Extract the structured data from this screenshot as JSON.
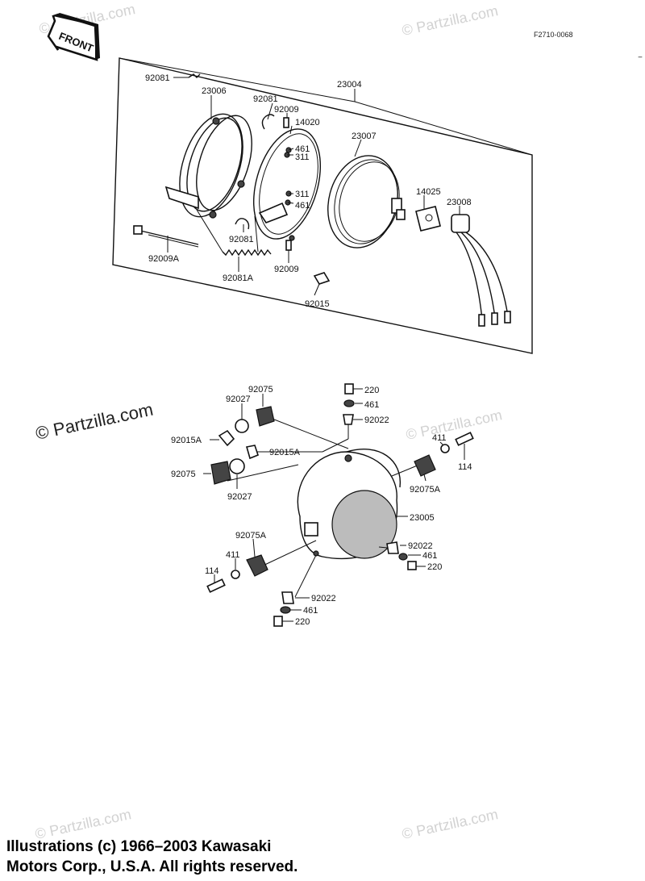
{
  "diagram_code": "F2710-0068",
  "front_label": "FRONT",
  "watermark": "© Partzilla.com",
  "copyright": "Illustrations (c) 1966–2003 Kawasaki\nMotors Corp., U.S.A.  All rights reserved.",
  "top_assembly": {
    "labels": [
      "92081",
      "23006",
      "92081",
      "92009",
      "23004",
      "14020",
      "461",
      "311",
      "23007",
      "311",
      "461",
      "14025",
      "23008",
      "92081",
      "92009A",
      "92081A",
      "92009",
      "92015"
    ]
  },
  "bottom_assembly": {
    "labels": [
      "220",
      "461",
      "92022",
      "92075",
      "92027",
      "92015A",
      "92015A",
      "92075",
      "92027",
      "411",
      "114",
      "92075A",
      "23005",
      "92075A",
      "411",
      "114",
      "92022",
      "461",
      "220",
      "92022",
      "461",
      "220"
    ]
  }
}
